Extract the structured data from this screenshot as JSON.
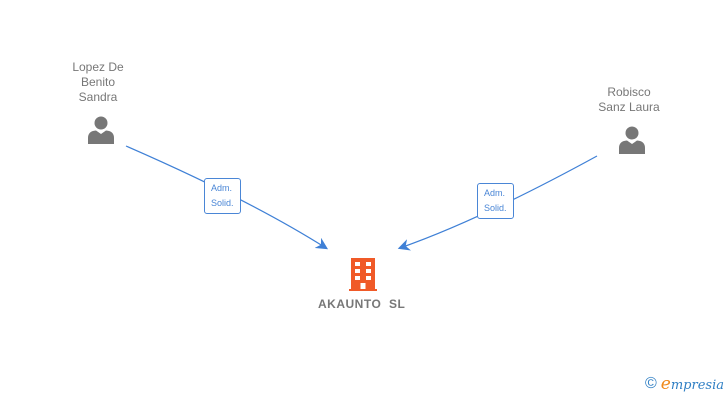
{
  "nodes": {
    "person_1": {
      "name_lines": [
        "Lopez De",
        "Benito",
        "Sandra"
      ],
      "icon": "person-icon"
    },
    "person_2": {
      "name_lines": [
        "Robisco",
        "Sanz Laura"
      ],
      "icon": "person-icon"
    },
    "company": {
      "name": "AKAUNTO  SL",
      "icon": "building-icon",
      "color": "#f05a28"
    }
  },
  "edges": [
    {
      "from": "person_1",
      "to": "company",
      "label_lines": [
        "Adm.",
        "Solid."
      ]
    },
    {
      "from": "person_2",
      "to": "company",
      "label_lines": [
        "Adm.",
        "Solid."
      ]
    }
  ],
  "colors": {
    "edge": "#3f80d6",
    "person": "#777777",
    "company": "#f05a28"
  },
  "footer": {
    "copyright_symbol": "©",
    "brand_initial": "e",
    "brand_rest": "mpresia"
  }
}
